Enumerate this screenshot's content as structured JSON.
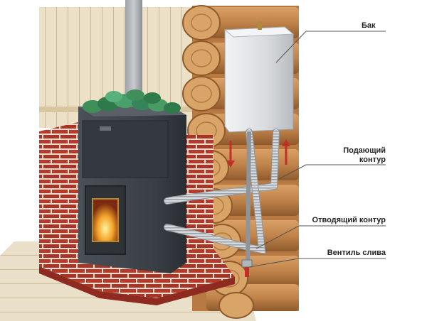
{
  "labels": {
    "tank": "Бак",
    "supply_line1": "Подающий",
    "supply_line2": "контур",
    "return": "Отводящий контур",
    "drain": "Вентиль слива"
  },
  "colors": {
    "wall_wood": "#e9dcc0",
    "log": "#c88a4e",
    "log_end": "#d8a468",
    "brick": "#b53a2c",
    "mortar": "#e8dccd",
    "stove": "#3f444a",
    "stove_dark": "#2b2f34",
    "stones": "#3f8f5a",
    "tank": "#e2e4e6",
    "pipe": "#d0d4d8",
    "floor": "#eadfc8",
    "arrow": "#c03028",
    "leader": "#555555",
    "text": "#222222"
  }
}
